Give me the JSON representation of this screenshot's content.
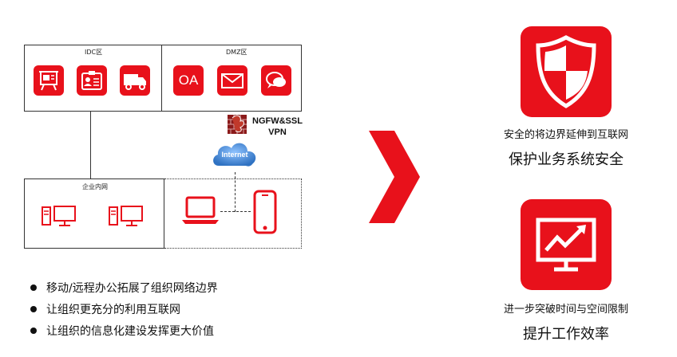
{
  "zones": {
    "idc_label": "IDC区",
    "dmz_label": "DMZ区",
    "intranet_label": "企业内网"
  },
  "firewall": {
    "label_line1": "NGFW&SSL",
    "label_line2": "VPN"
  },
  "cloud": {
    "label": "Internet"
  },
  "apps": {
    "oa_label": "OA"
  },
  "bullets": [
    "移动/远程办公拓展了组织网络边界",
    "让组织更充分的利用互联网",
    "让组织的信息化建设发挥更大价值"
  ],
  "benefits": [
    {
      "title": "安全的将边界延伸到互联网",
      "subtitle": "保护业务系统安全",
      "icon": "shield-icon"
    },
    {
      "title": "进一步突破时间与空间限制",
      "subtitle": "提升工作效率",
      "icon": "growth-monitor-icon"
    }
  ],
  "colors": {
    "accent": "#e8111b",
    "firewall": "#8b1a1a",
    "cloud": "#4a8fd9"
  }
}
